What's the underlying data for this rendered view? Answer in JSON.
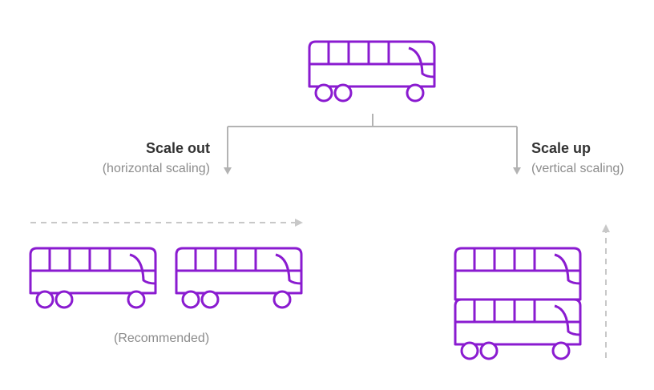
{
  "colors": {
    "bus": "#8a1bd0",
    "connector": "#b3b3b3",
    "dashed_arrow": "#c8c8c8",
    "title_text": "#333333",
    "subtitle_text": "#8c8c8c"
  },
  "icons": {
    "bus": "bus-icon"
  },
  "scale_out": {
    "title": "Scale out",
    "subtitle": "(horizontal scaling)",
    "note": "(Recommended)"
  },
  "scale_up": {
    "title": "Scale up",
    "subtitle": "(vertical scaling)"
  }
}
